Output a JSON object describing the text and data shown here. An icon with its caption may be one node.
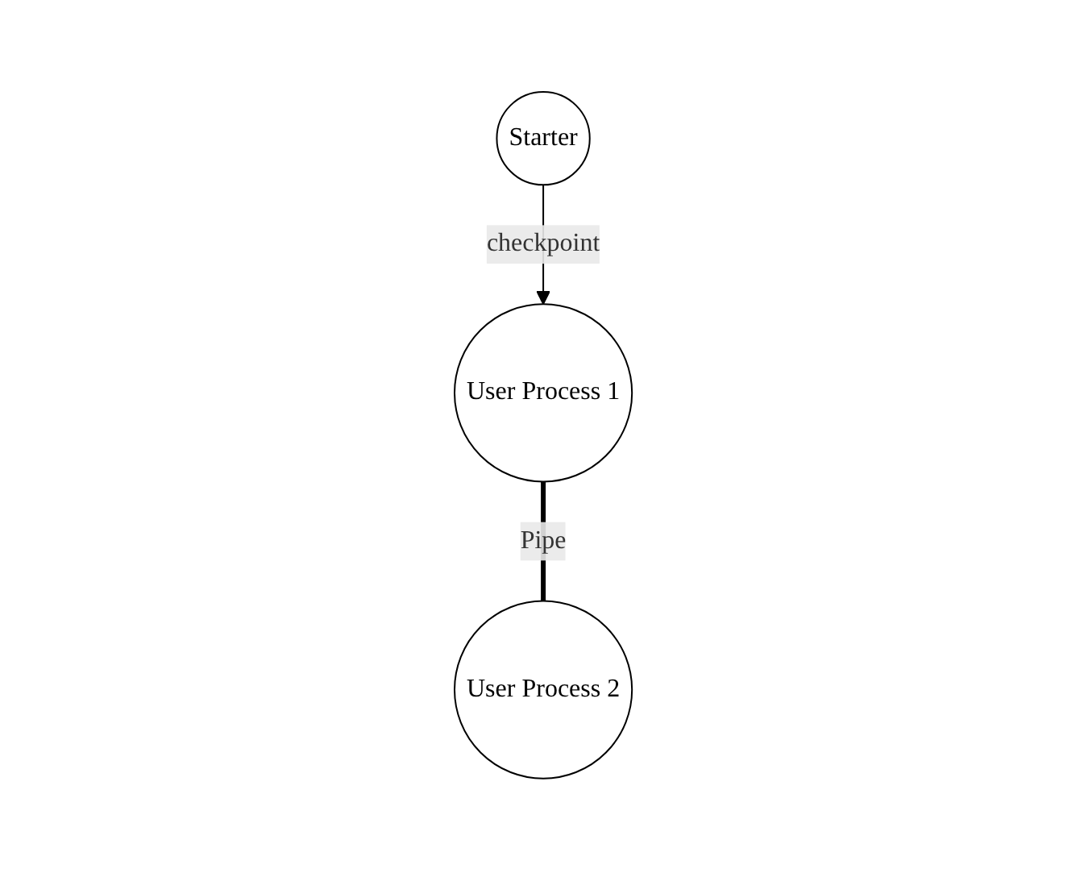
{
  "diagram": {
    "nodes": [
      {
        "text": [
          "Starter"
        ]
      },
      {
        "text": [
          "User Process 1"
        ]
      },
      {
        "text": [
          "User Process 2"
        ]
      }
    ],
    "edges": [
      {
        "from": 0,
        "to": 1,
        "arrow": "to",
        "label": "checkpoint"
      },
      {
        "from": 1,
        "to": 2,
        "arrow": "none",
        "label": "Pipe",
        "style": "thick"
      }
    ]
  }
}
